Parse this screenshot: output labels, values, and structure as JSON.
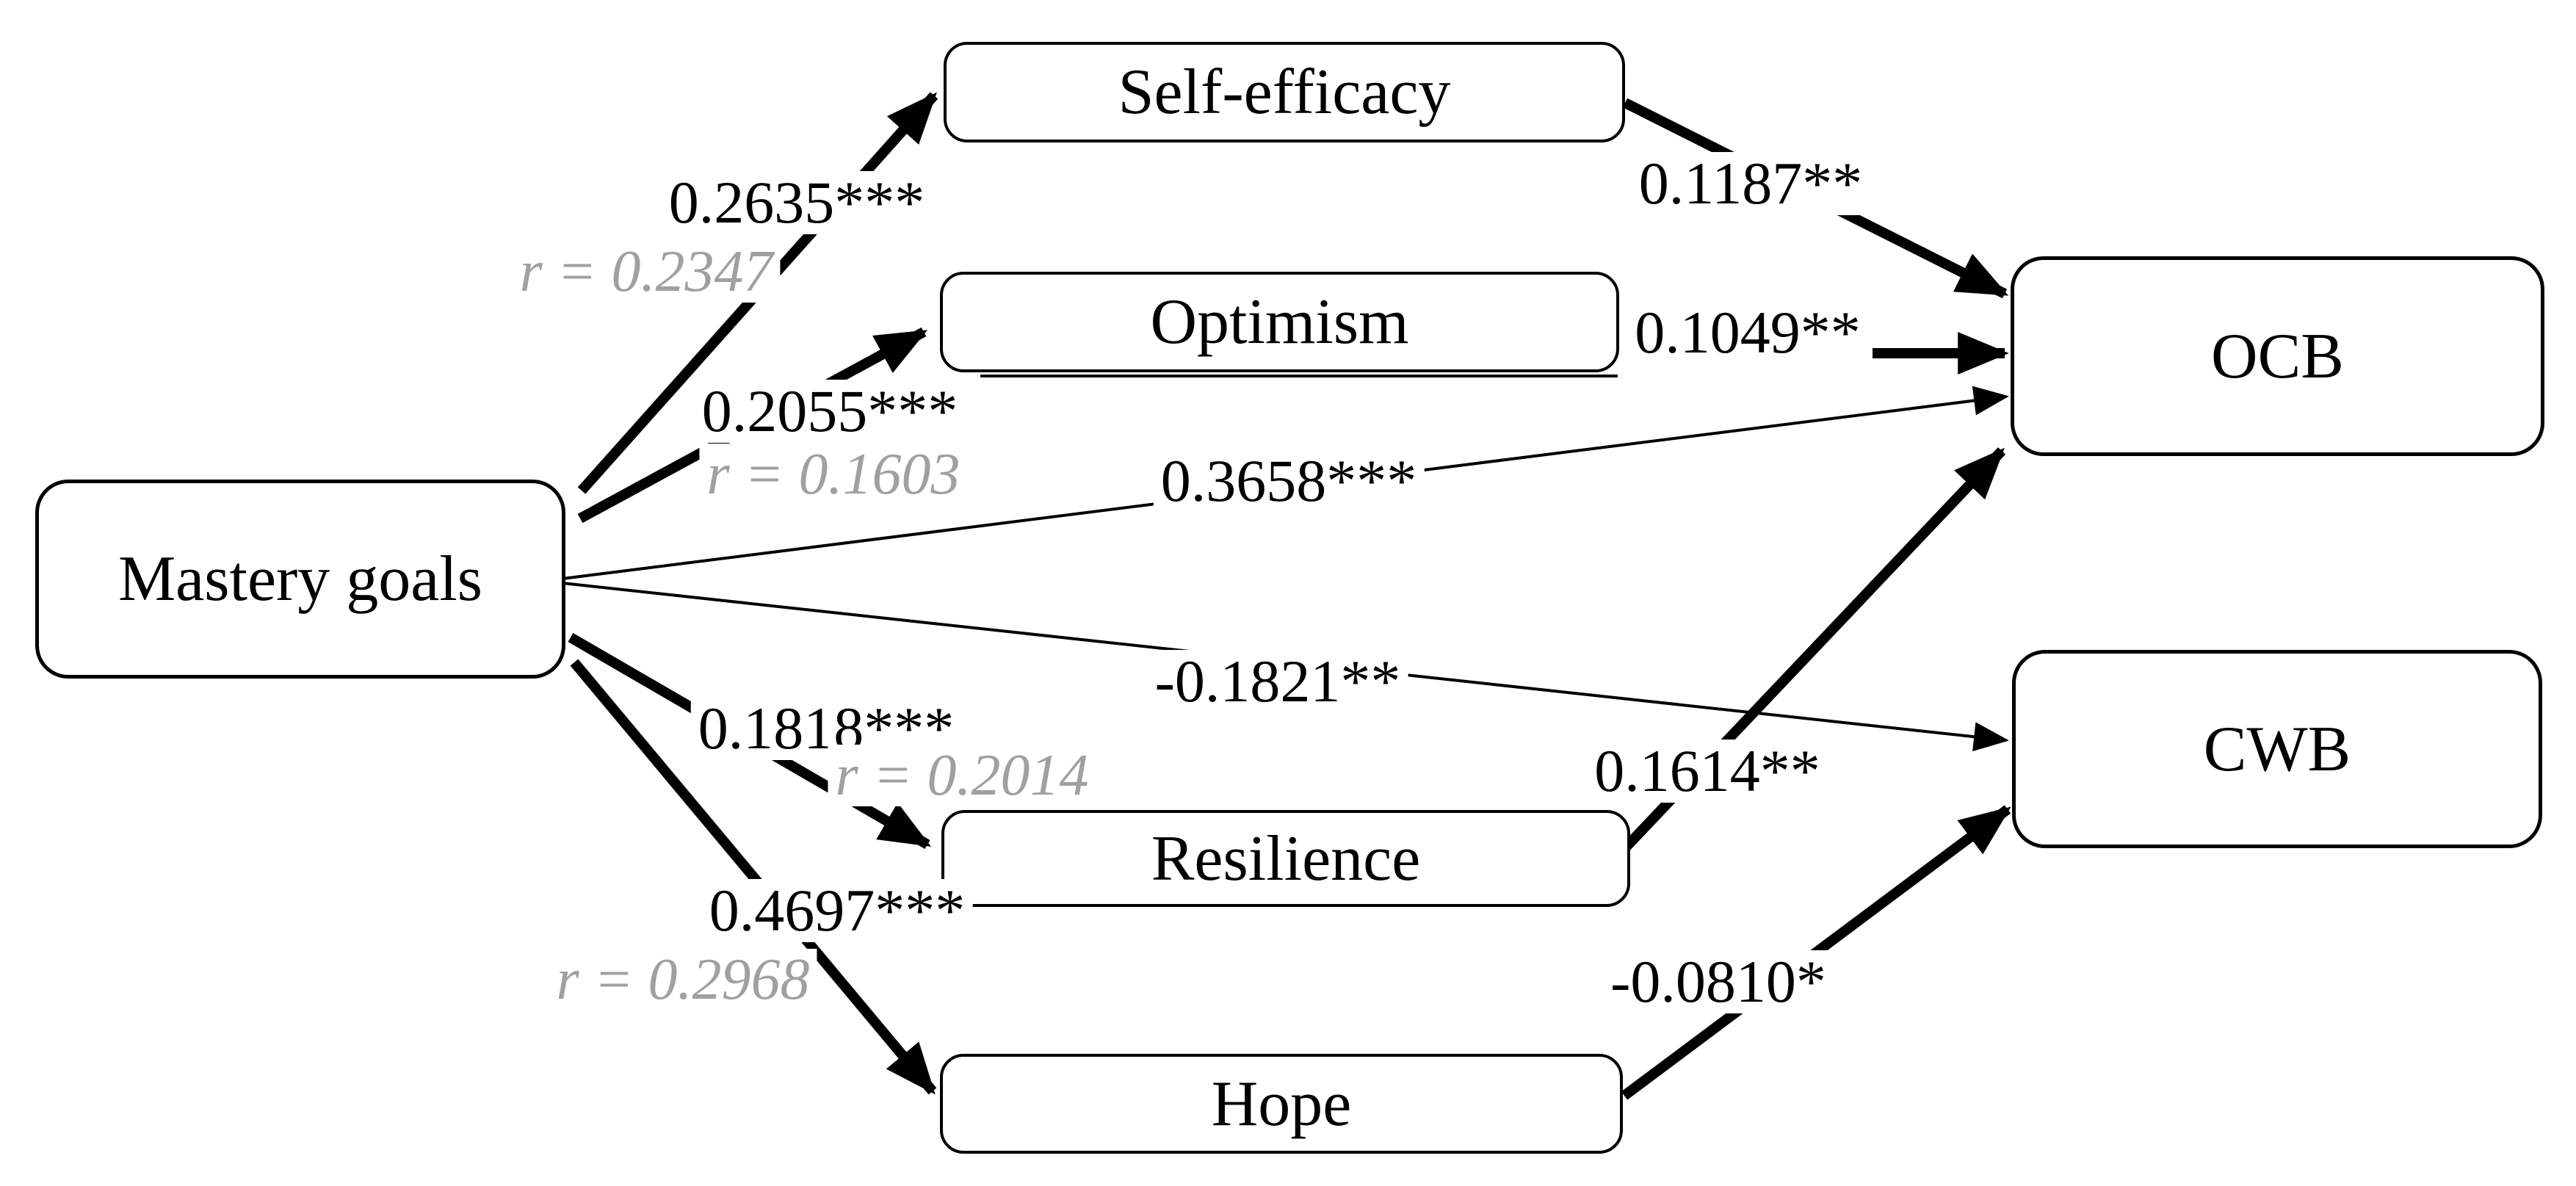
{
  "diagram": {
    "nodes": {
      "mastery": {
        "label": "Mastery goals"
      },
      "self_efficacy": {
        "label": "Self-efficacy"
      },
      "optimism": {
        "label": "Optimism"
      },
      "resilience": {
        "label": "Resilience"
      },
      "hope": {
        "label": "Hope"
      },
      "ocb": {
        "label": "OCB"
      },
      "cwb": {
        "label": "CWB"
      }
    },
    "paths": {
      "mastery_self_efficacy": {
        "coefficient": "0.2635***",
        "correlation": "r = 0.2347"
      },
      "mastery_optimism": {
        "coefficient": "0.2055***",
        "correlation": "r = 0.1603"
      },
      "mastery_resilience": {
        "coefficient": "0.1818***",
        "correlation": "r = 0.2014"
      },
      "mastery_hope": {
        "coefficient": "0.4697***",
        "correlation": "r = 0.2968"
      },
      "mastery_ocb": {
        "coefficient": "0.3658***"
      },
      "mastery_cwb": {
        "coefficient": "-0.1821**"
      },
      "self_efficacy_ocb": {
        "coefficient": "0.1187**"
      },
      "optimism_ocb": {
        "coefficient": "0.1049**"
      },
      "resilience_ocb": {
        "coefficient": "0.1614**"
      },
      "hope_cwb": {
        "coefficient": "-0.0810*"
      }
    },
    "colors": {
      "line": "#000000",
      "node_border": "#000000",
      "node_fill": "#ffffff",
      "coefficient_text": "#000000",
      "correlation_text": "#a0a0a0",
      "background": "#ffffff"
    }
  }
}
